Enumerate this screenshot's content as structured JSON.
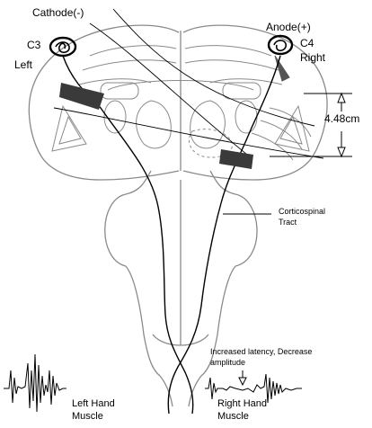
{
  "labels": {
    "cathode": "Cathode(-)",
    "c3": "C3",
    "left": "Left",
    "anode": "Anode(+)",
    "c4": "C4",
    "right": "Right",
    "distance": "4.48cm",
    "tract_line1": "Corticospinal",
    "tract_line2": "Tract",
    "finding_line1": "Increased latency, Decrease",
    "finding_line2": "amplitude",
    "left_muscle_line1": "Left Hand",
    "left_muscle_line2": "Muscle",
    "right_muscle_line1": "Right Hand",
    "right_muscle_line2": "Muscle"
  },
  "colors": {
    "ink": "#000000",
    "outline": "#8a8a8a",
    "lesion": "#3a3a3a",
    "background": "#ffffff"
  }
}
